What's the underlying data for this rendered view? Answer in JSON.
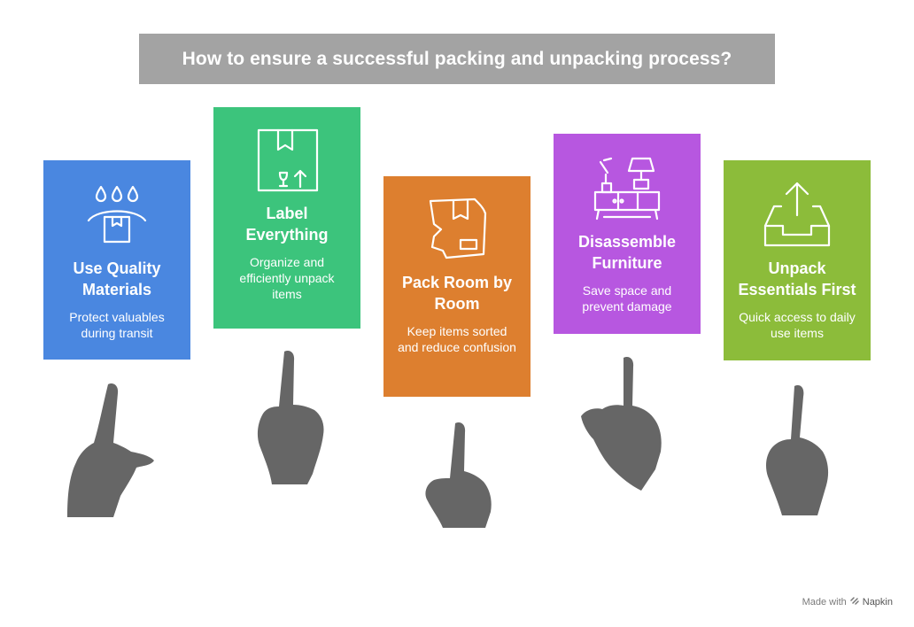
{
  "title": "How to ensure a successful packing and unpacking process?",
  "cards": [
    {
      "heading": "Use Quality Materials",
      "desc": "Protect valuables during transit",
      "color": "#4a87e0",
      "icon": "water-drops-box-icon"
    },
    {
      "heading": "Label Everything",
      "desc": "Organize and efficiently unpack items",
      "color": "#3cc47c",
      "icon": "labeled-box-icon"
    },
    {
      "heading": "Pack Room by Room",
      "desc": "Keep items sorted and reduce confusion",
      "color": "#dd7f2f",
      "icon": "flattened-box-icon"
    },
    {
      "heading": "Disassemble Furniture",
      "desc": "Save space and prevent damage",
      "color": "#b757e0",
      "icon": "furniture-icon"
    },
    {
      "heading": "Unpack Essentials First",
      "desc": "Quick access to daily use items",
      "color": "#8cbc3a",
      "icon": "inbox-upload-icon"
    }
  ],
  "footer": {
    "made_with": "Made with",
    "brand": "Napkin"
  },
  "colors": {
    "title_bg": "#a3a3a3",
    "hand": "#666666"
  }
}
